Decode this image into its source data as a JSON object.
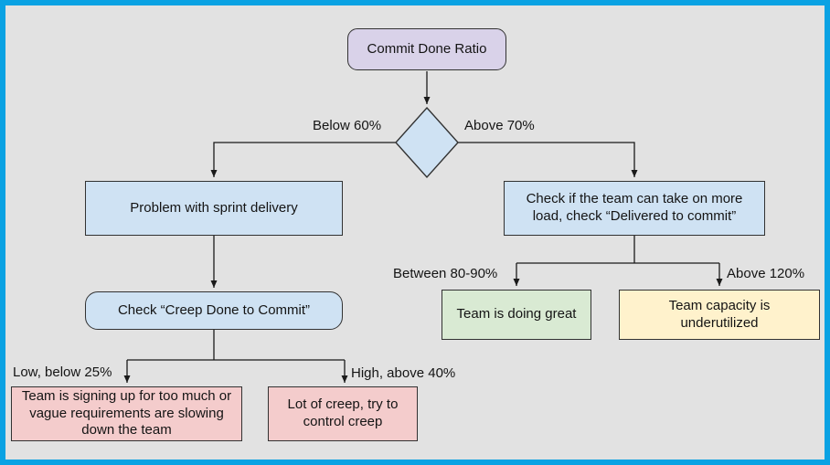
{
  "diagram": {
    "type": "flowchart",
    "topic": "Commit Done Ratio decision tree"
  },
  "colors": {
    "frame_border": "#0aa2e3",
    "background": "#e2e2e2",
    "node_border": "#323232",
    "line": "#1a1a1a",
    "start_fill": "#d9d2e9",
    "decision_fill": "#cfe2f3",
    "process_fill": "#cfe2f3",
    "positive_fill": "#d9ead3",
    "warning_fill": "#fff2cc",
    "negative_fill": "#f4cccc"
  },
  "nodes": {
    "start": {
      "label": "Commit Done Ratio",
      "shape": "rounded-rect",
      "fill": "#d9d2e9"
    },
    "decision": {
      "label": "",
      "shape": "diamond",
      "fill": "#cfe2f3"
    },
    "problem": {
      "label": "Problem with sprint delivery",
      "shape": "rect",
      "fill": "#cfe2f3"
    },
    "check_load": {
      "label": "Check if the team can take on more load, check “Delivered to commit”",
      "shape": "rect",
      "fill": "#cfe2f3"
    },
    "check_creep": {
      "label": "Check “Creep Done to Commit”",
      "shape": "rounded-rect",
      "fill": "#cfe2f3"
    },
    "doing_great": {
      "label": "Team is doing great",
      "shape": "rect",
      "fill": "#d9ead3"
    },
    "underutilized": {
      "label": "Team capacity is underutilized",
      "shape": "rect",
      "fill": "#fff2cc"
    },
    "too_much": {
      "label": "Team is signing up for too much or vague requirements are slowing down the team",
      "shape": "rect",
      "fill": "#f4cccc"
    },
    "lot_of_creep": {
      "label": "Lot of creep, try to control creep",
      "shape": "rect",
      "fill": "#f4cccc"
    }
  },
  "edge_labels": {
    "below_60": "Below 60%",
    "above_70": "Above 70%",
    "between_80_90": "Between 80-90%",
    "above_120": "Above 120%",
    "low_below_25": "Low, below 25%",
    "high_above_40": "High, above 40%"
  }
}
